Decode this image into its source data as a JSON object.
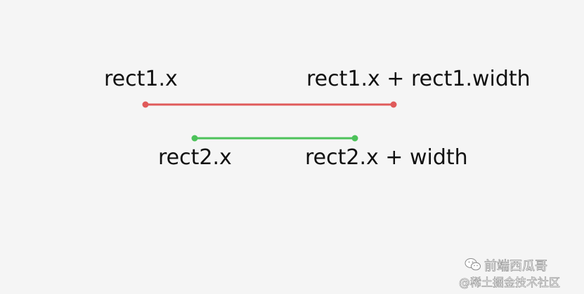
{
  "labels": {
    "rect1_start": "rect1.x",
    "rect1_end": "rect1.x + rect1.width",
    "rect2_start": "rect2.x",
    "rect2_end": "rect2.x + width"
  },
  "colors": {
    "background": "#f5f5f5",
    "rect1_line": "#e05a5a",
    "rect2_line": "#4cc25a",
    "text": "#111111"
  },
  "watermark": {
    "line1": "前端西瓜哥",
    "line2": "@稀土掘金技术社区",
    "icon": "wechat-icon"
  }
}
